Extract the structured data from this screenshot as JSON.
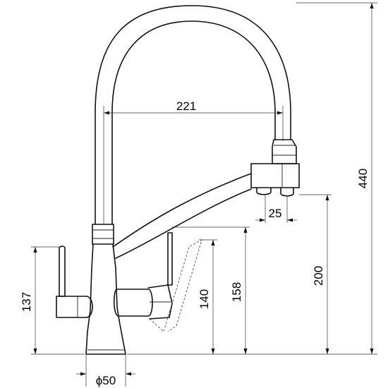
{
  "dimensions": {
    "arc_reach": "221",
    "spray_head": "25",
    "total_height": "440",
    "outlet_height": "200",
    "lever_reach": "158",
    "body_height": "140",
    "filter_handle_height": "137",
    "base_diameter": "ϕ50"
  },
  "colors": {
    "line": "#111111",
    "background": "#ffffff"
  }
}
